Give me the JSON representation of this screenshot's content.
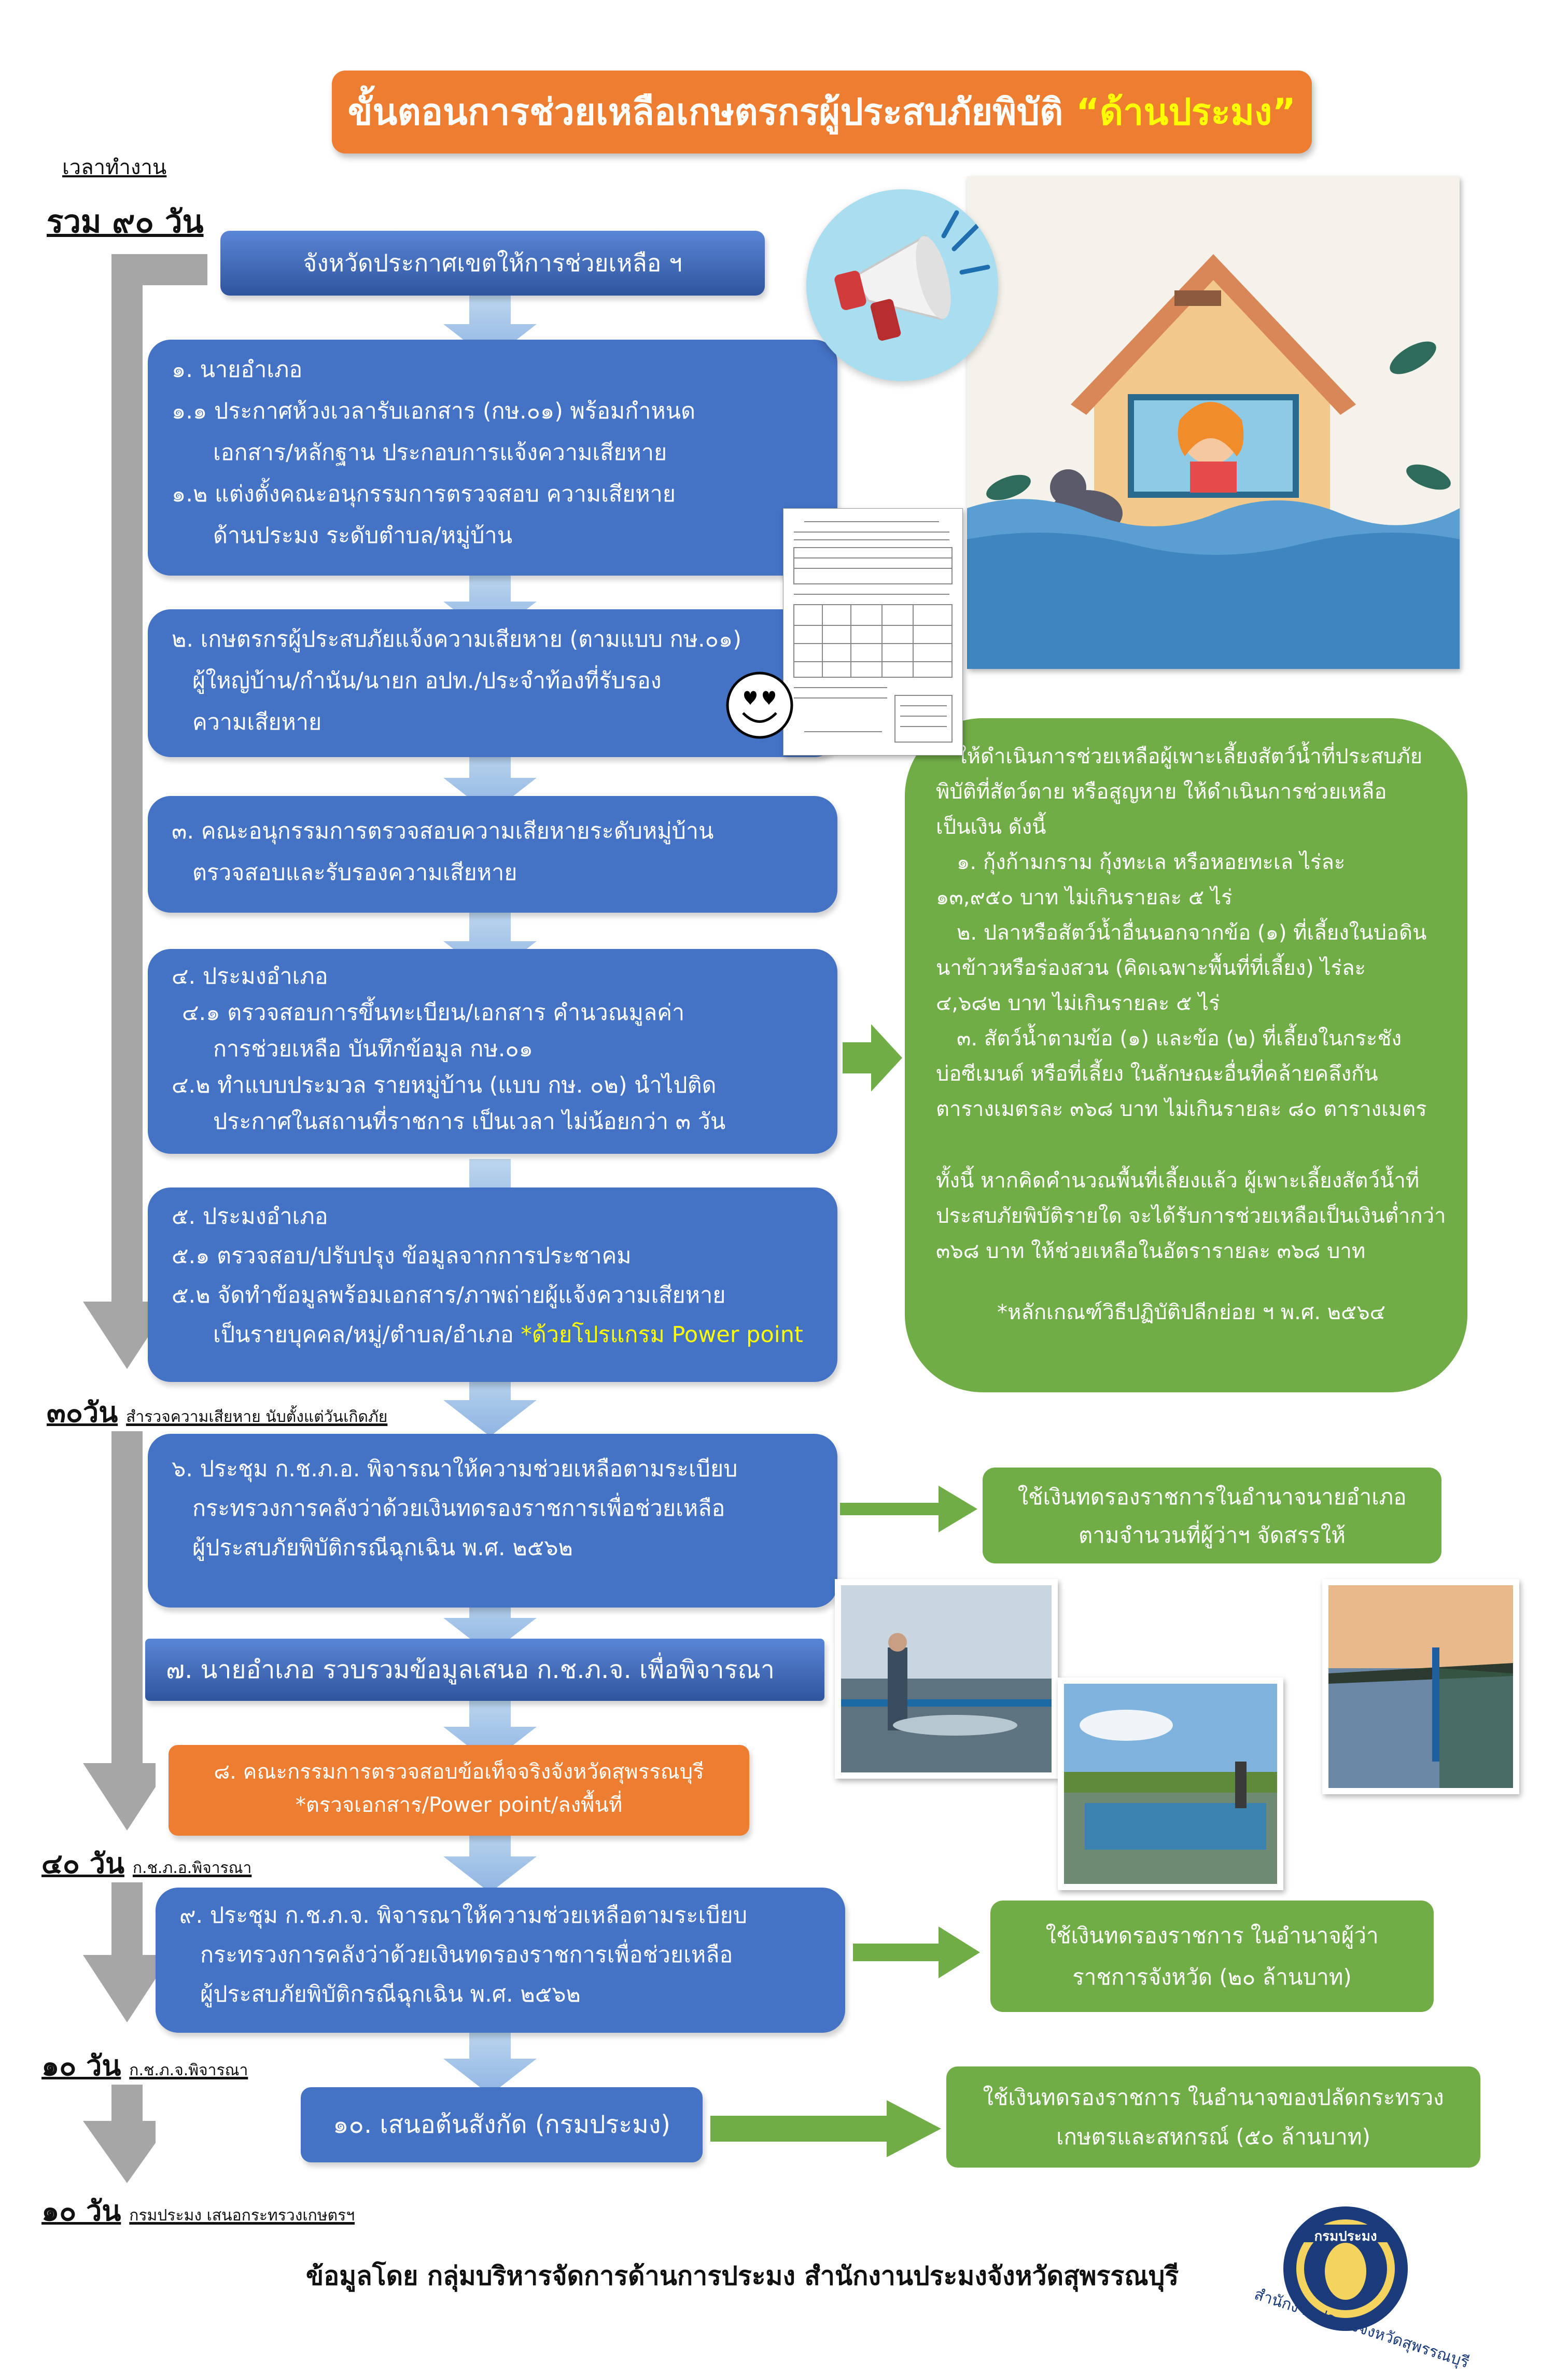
{
  "title": {
    "main": "ขั้นตอนการช่วยเหลือเกษตรกรผู้ประสบภัยพิบัติ ",
    "highlight": "“ด้านประมง”"
  },
  "timeline": {
    "header": "เวลาทำงาน",
    "total": "รวม ๙๐ วัน",
    "t1": {
      "days": "๓๐วัน",
      "note": "สำรวจความเสียหาย นับตั้งแต่วันเกิดภัย"
    },
    "t2": {
      "days": "๔๐ วัน",
      "note": "ก.ช.ภ.อ.พิจารณา"
    },
    "t3": {
      "days": "๑๐ วัน",
      "note": "ก.ช.ภ.จ.พิจารณา"
    },
    "t4": {
      "days": "๑๐ วัน",
      "note": "กรมประมง เสนอกระทรวงเกษตรฯ"
    }
  },
  "steps": {
    "s0": "จังหวัดประกาศเขตให้การช่วยเหลือ ฯ",
    "s1": {
      "l1": "๑. นายอำเภอ",
      "l2": "๑.๑ ประกาศห้วงเวลารับเอกสาร (กษ.๐๑) พร้อมกำหนด",
      "l3": "เอกสาร/หลักฐาน ประกอบการแจ้งความเสียหาย",
      "l4": "๑.๒ แต่งตั้งคณะอนุกรรมการตรวจสอบ ความเสียหาย",
      "l5": "ด้านประมง ระดับตำบล/หมู่บ้าน"
    },
    "s2": {
      "l1": "๒. เกษตรกรผู้ประสบภัยแจ้งความเสียหาย (ตามแบบ กษ.๐๑)",
      "l2": "ผู้ใหญ่บ้าน/กำนัน/นายก อปท./ประจำท้องที่รับรอง",
      "l3": "ความเสียหาย"
    },
    "s3": {
      "l1": "๓. คณะอนุกรรมการตรวจสอบความเสียหายระดับหมู่บ้าน",
      "l2": "ตรวจสอบและรับรองความเสียหาย"
    },
    "s4": {
      "l1": "๔. ประมงอำเภอ",
      "l2": "๔.๑ ตรวจสอบการขึ้นทะเบียน/เอกสาร คำนวณมูลค่า",
      "l3": "การช่วยเหลือ บันทึกข้อมูล กษ.๐๑",
      "l4": "๔.๒ ทำแบบประมวล รายหมู่บ้าน (แบบ กษ. ๐๒) นำไปติด",
      "l5": "ประกาศในสถานที่ราชการ เป็นเวลา ไม่น้อยกว่า ๓ วัน"
    },
    "s5": {
      "l1": "๕. ประมงอำเภอ",
      "l2": "๕.๑ ตรวจสอบ/ปรับปรุง ข้อมูลจากการประชาคม",
      "l3": "๕.๒ จัดทำข้อมูลพร้อมเอกสาร/ภาพถ่ายผู้แจ้งความเสียหาย",
      "l4": "เป็นรายบุคคล/หมู่/ตำบล/อำเภอ ",
      "l4_hl": "*ด้วยโปรแกรม Power point"
    },
    "s6": {
      "l1": "๖. ประชุม ก.ช.ภ.อ. พิจารณาให้ความช่วยเหลือตามระเบียบ",
      "l2": "กระทรวงการคลังว่าด้วยเงินทดรองราชการเพื่อช่วยเหลือ",
      "l3": "ผู้ประสบภัยพิบัติกรณีฉุกเฉิน พ.ศ. ๒๕๖๒"
    },
    "s7": "๗. นายอำเภอ รวบรวมข้อมูลเสนอ ก.ช.ภ.จ. เพื่อพิจารณา",
    "s8": {
      "l1": "๘. คณะกรรมการตรวจสอบข้อเท็จจริงจังหวัดสุพรรณบุรี",
      "l2": "*ตรวจเอกสาร/Power point/ลงพื้นที่"
    },
    "s9": {
      "l1": "๙. ประชุม ก.ช.ภ.จ. พิจารณาให้ความช่วยเหลือตามระเบียบ",
      "l2": "กระทรวงการคลังว่าด้วยเงินทดรองราชการเพื่อช่วยเหลือ",
      "l3": "ผู้ประสบภัยพิบัติกรณีฉุกเฉิน พ.ศ. ๒๕๖๒"
    },
    "s10": "๑๐. เสนอต้นสังกัด (กรมประมง)"
  },
  "criteria": {
    "l1": "ให้ดำเนินการช่วยเหลือผู้เพาะเลี้ยงสัตว์น้ำที่ประสบภัย",
    "l2": "พิบัติที่สัตว์ตาย หรือสูญหาย ให้ดำเนินการช่วยเหลือ",
    "l3": "เป็นเงิน ดังนี้",
    "l4": "๑. กุ้งก้ามกราม กุ้งทะเล หรือหอยทะเล ไร่ละ",
    "l5": "๑๓,๙๕๐ บาท ไม่เกินรายละ ๕ ไร่",
    "l6": "๒. ปลาหรือสัตว์น้ำอื่นนอกจากข้อ (๑) ที่เลี้ยงในบ่อดิน",
    "l7": "นาข้าวหรือร่องสวน (คิดเฉพาะพื้นที่ที่เลี้ยง) ไร่ละ",
    "l8": "๔,๖๘๒ บาท ไม่เกินรายละ ๕ ไร่",
    "l9": "๓. สัตว์น้ำตามข้อ (๑) และข้อ (๒) ที่เลี้ยงในกระชัง",
    "l10": "บ่อซีเมนต์ หรือที่เลี้ยง ในลักษณะอื่นที่คล้ายคลึงกัน",
    "l11": "ตารางเมตรละ ๓๖๘ บาท ไม่เกินรายละ ๘๐ ตารางเมตร",
    "l12": "ทั้งนี้ หากคิดคำนวณพื้นที่เลี้ยงแล้ว ผู้เพาะเลี้ยงสัตว์น้ำที่",
    "l13": "ประสบภัยพิบัติรายใด จะได้รับการช่วยเหลือเป็นเงินต่ำกว่า",
    "l14": "๓๖๘ บาท ให้ช่วยเหลือในอัตรารายละ ๓๖๘ บาท",
    "l15": "*หลักเกณฑ์วิธีปฏิบัติปลีกย่อย ฯ พ.ศ. ๒๕๖๔"
  },
  "funds": {
    "f1": {
      "l1": "ใช้เงินทดรองราชการในอำนาจนายอำเภอ",
      "l2": "ตามจำนวนที่ผู้ว่าฯ จัดสรรให้"
    },
    "f2": {
      "l1": "ใช้เงินทดรองราชการ ในอำนาจผู้ว่า",
      "l2": "ราชการจังหวัด (๒๐ ล้านบาท)"
    },
    "f3": {
      "l1": "ใช้เงินทดรองราชการ ในอำนาจของปลัดกระทรวง",
      "l2": "เกษตรและสหกรณ์ (๕๐ ล้านบาท)"
    }
  },
  "footer": {
    "credit": "ข้อมูลโดย กลุ่มบริหารจัดการด้านการประมง สำนักงานประมงจังหวัดสุพรรณบุรี",
    "seal_text": "สำนักงานประมงจังหวัดสุพรรณบุรี",
    "seal_top": "กรมประมง"
  },
  "colors": {
    "title_bg": "#ed7d31",
    "step_blue": "#4472c4",
    "info_green": "#70ad47",
    "arrow_blue": "#9dc3e6",
    "timeline_gray": "#a6a6a6",
    "highlight_yellow": "#ffff00"
  }
}
